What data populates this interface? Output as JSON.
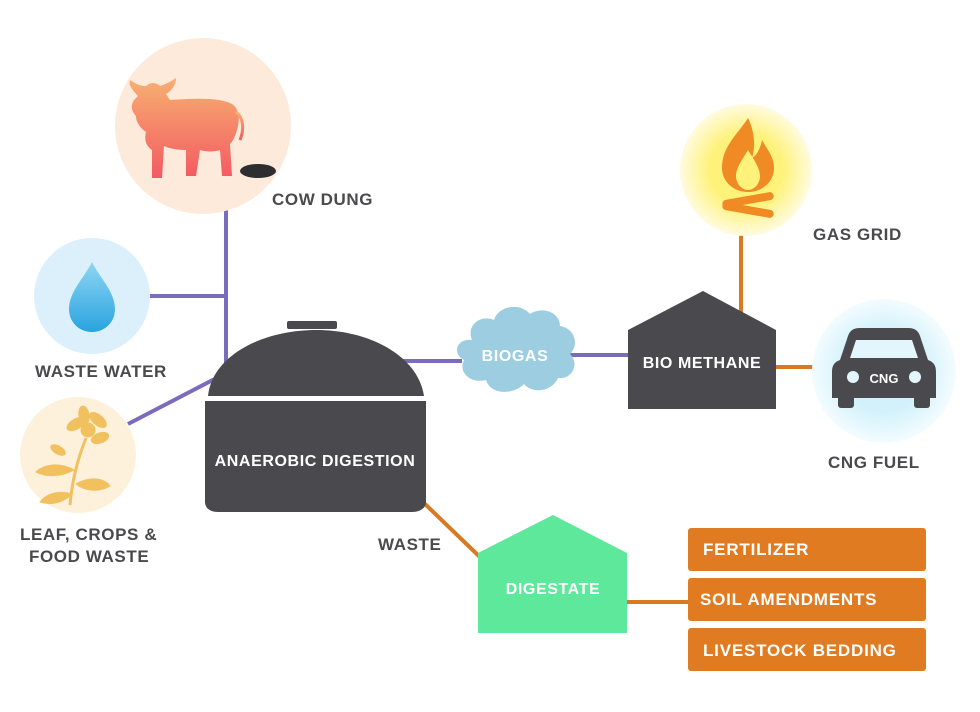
{
  "sources": {
    "cow_dung": "COW DUNG",
    "waste_water": "WASTE WATER",
    "leaf_line1": "LEAF, CROPS &",
    "leaf_line2": "FOOD WASTE"
  },
  "process": {
    "digester": "ANAEROBIC DIGESTION",
    "biogas": "BIOGAS",
    "bio_methane": "BIO METHANE",
    "waste": "WASTE",
    "digestate": "DIGESTATE"
  },
  "outputs": {
    "gas_grid": "GAS GRID",
    "cng_fuel": "CNG FUEL",
    "cng_badge": "CNG"
  },
  "digestate_uses": [
    "FERTILIZER",
    "SOIL AMENDMENTS",
    "LIVESTOCK BEDDING"
  ],
  "colors": {
    "purple_line": "#7b6bbd",
    "orange_line": "#d97a22",
    "dark_shape": "#4a4a4e",
    "digestate": "#5de89b",
    "biogas_cloud": "#9dcde0",
    "orange_box": "#e07b22"
  },
  "icons": [
    "cow-icon",
    "water-drop-icon",
    "flower-icon",
    "fire-icon",
    "car-icon"
  ]
}
